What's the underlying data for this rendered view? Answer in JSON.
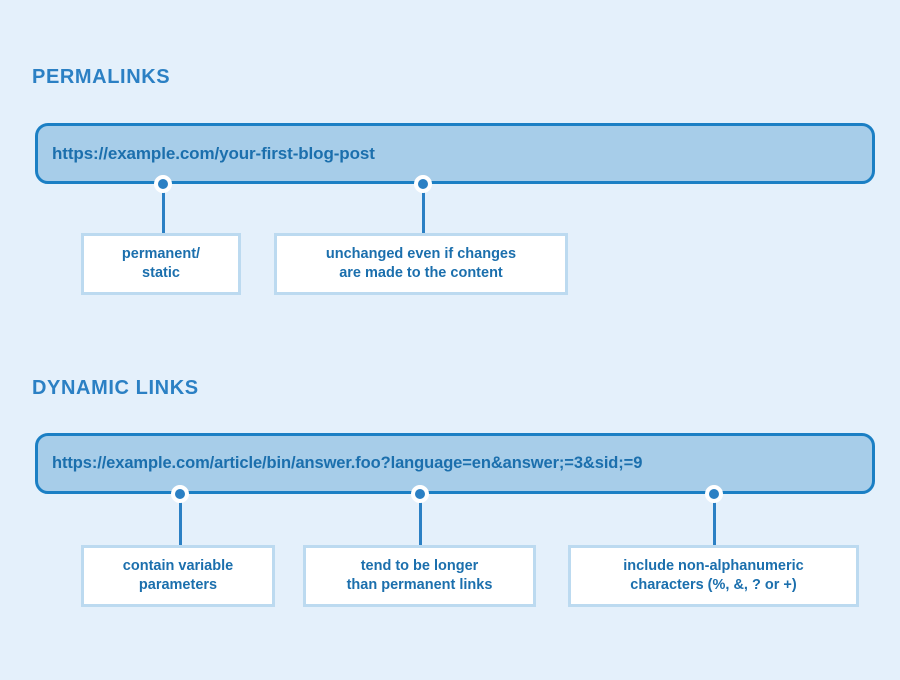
{
  "page": {
    "background_color": "#e4f0fb",
    "accent_color": "#2b80c4",
    "bar_fill_color": "#a7cde9",
    "bar_border_color": "#1b7fc4",
    "text_color": "#1b6fad",
    "box_border_color": "#bcdaf0"
  },
  "sections": [
    {
      "heading": "PERMALINKS",
      "url": "https://example.com/your-first-blog-post",
      "callouts": [
        {
          "line1": "permanent/",
          "line2": "static"
        },
        {
          "line1": "unchanged even if changes",
          "line2": "are made to the content"
        }
      ]
    },
    {
      "heading": "DYNAMIC LINKS",
      "url": "https://example.com/article/bin/answer.foo?language=en&answer;=3&sid;=9",
      "callouts": [
        {
          "line1": "contain variable",
          "line2": "parameters"
        },
        {
          "line1": "tend to be longer",
          "line2": "than permanent links"
        },
        {
          "line1": "include non-alphanumeric",
          "line2": "characters (%, &, ? or +)"
        }
      ]
    }
  ]
}
